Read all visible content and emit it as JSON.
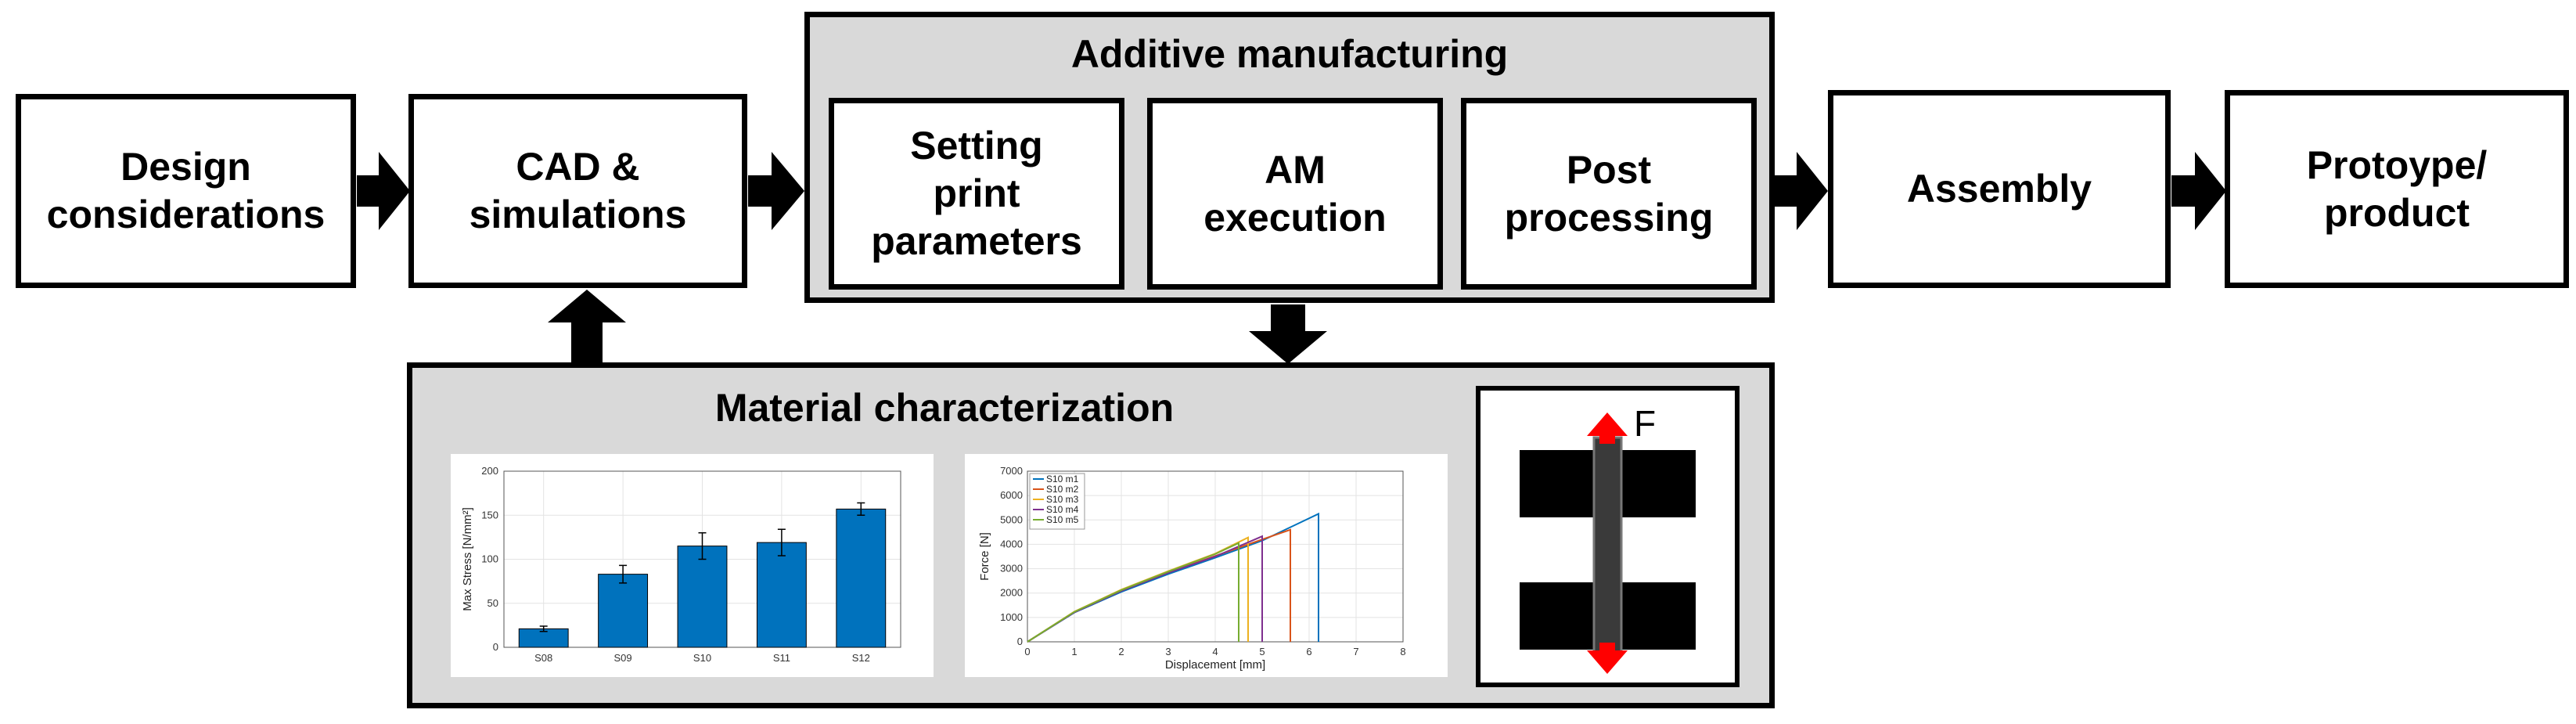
{
  "steps": {
    "design": "Design\nconsiderations",
    "cad": "CAD &\nsimulations",
    "assembly": "Assembly",
    "product": "Protoype/\nproduct"
  },
  "am": {
    "title": "Additive manufacturing",
    "substeps": {
      "print": "Setting\nprint\nparameters",
      "exec": "AM\nexecution",
      "post": "Post\nprocessing"
    }
  },
  "material": {
    "title": "Material characterization",
    "force_label": "F"
  },
  "chart_data": [
    {
      "type": "bar",
      "categories": [
        "S08",
        "S09",
        "S10",
        "S11",
        "S12"
      ],
      "values": [
        21,
        83,
        115,
        119,
        157
      ],
      "errors": [
        3,
        10,
        15,
        15,
        7
      ],
      "ylabel": "Max Stress [N/mm²]",
      "xlabel": "",
      "ylim": [
        0,
        200
      ],
      "yticks": [
        0,
        50,
        100,
        150,
        200
      ],
      "grid": true,
      "colors": {
        "bar": "#0072BD"
      }
    },
    {
      "type": "line",
      "xlabel": "Displacement [mm]",
      "ylabel": "Force [N]",
      "xlim": [
        0,
        8
      ],
      "ylim": [
        0,
        7000
      ],
      "xticks": [
        0,
        1,
        2,
        3,
        4,
        5,
        6,
        7,
        8
      ],
      "yticks": [
        0,
        1000,
        2000,
        3000,
        4000,
        5000,
        6000,
        7000
      ],
      "grid": true,
      "legend": "top-left",
      "series": [
        {
          "name": "S10 m1",
          "color": "#0072BD",
          "x": [
            0,
            1,
            2,
            3,
            4,
            5,
            6.2,
            6.2
          ],
          "y": [
            0,
            1200,
            2050,
            2780,
            3450,
            4150,
            5250,
            0
          ]
        },
        {
          "name": "S10 m2",
          "color": "#D95319",
          "x": [
            0,
            1,
            2,
            3,
            4,
            5,
            5.6,
            5.6
          ],
          "y": [
            0,
            1220,
            2100,
            2840,
            3520,
            4200,
            4600,
            0
          ]
        },
        {
          "name": "S10 m3",
          "color": "#EDB120",
          "x": [
            0,
            1,
            2,
            3,
            4,
            4.7,
            4.7
          ],
          "y": [
            0,
            1240,
            2140,
            2900,
            3620,
            4280,
            0
          ]
        },
        {
          "name": "S10 m4",
          "color": "#7E2F8E",
          "x": [
            0,
            1,
            2,
            3,
            4,
            5.0,
            5.0
          ],
          "y": [
            0,
            1210,
            2090,
            2830,
            3500,
            4330,
            0
          ]
        },
        {
          "name": "S10 m5",
          "color": "#77AC30",
          "x": [
            0,
            1,
            2,
            3,
            4,
            4.5,
            4.5
          ],
          "y": [
            0,
            1230,
            2120,
            2880,
            3600,
            4050,
            0
          ]
        }
      ]
    }
  ]
}
